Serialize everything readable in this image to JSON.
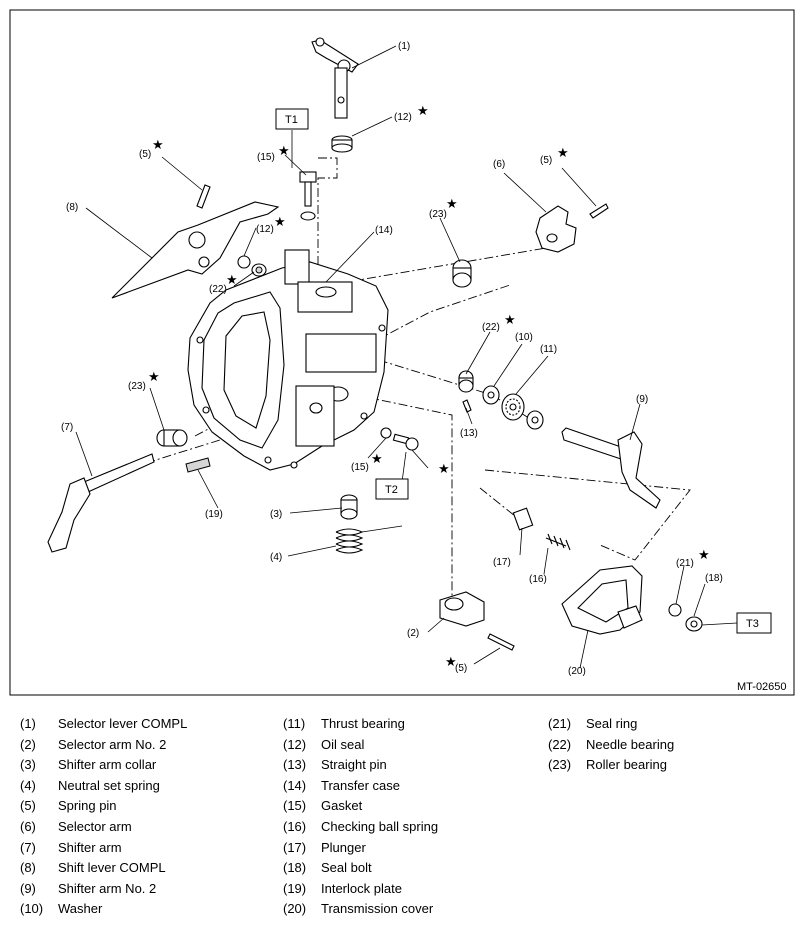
{
  "diagram": {
    "figure_code": "MT-02650",
    "callouts": [
      "(1)",
      "(2)",
      "(3)",
      "(4)",
      "(5)",
      "(6)",
      "(7)",
      "(8)",
      "(9)",
      "(10)",
      "(11)",
      "(12)",
      "(13)",
      "(14)",
      "(15)",
      "(16)",
      "(17)",
      "(18)",
      "(19)",
      "(20)",
      "(21)",
      "(22)",
      "(23)"
    ],
    "torque_tags": [
      "T1",
      "T2",
      "T3"
    ],
    "star_symbol": "★"
  },
  "legend": {
    "columns": [
      [
        {
          "num": "(1)",
          "name": "Selector lever COMPL"
        },
        {
          "num": "(2)",
          "name": "Selector arm No. 2"
        },
        {
          "num": "(3)",
          "name": "Shifter arm collar"
        },
        {
          "num": "(4)",
          "name": "Neutral set spring"
        },
        {
          "num": "(5)",
          "name": "Spring pin"
        },
        {
          "num": "(6)",
          "name": "Selector arm"
        },
        {
          "num": "(7)",
          "name": "Shifter arm"
        },
        {
          "num": "(8)",
          "name": "Shift lever COMPL"
        },
        {
          "num": "(9)",
          "name": "Shifter arm No. 2"
        },
        {
          "num": "(10)",
          "name": "Washer"
        }
      ],
      [
        {
          "num": "(11)",
          "name": "Thrust bearing"
        },
        {
          "num": "(12)",
          "name": "Oil seal"
        },
        {
          "num": "(13)",
          "name": "Straight pin"
        },
        {
          "num": "(14)",
          "name": "Transfer case"
        },
        {
          "num": "(15)",
          "name": "Gasket"
        },
        {
          "num": "(16)",
          "name": "Checking ball spring"
        },
        {
          "num": "(17)",
          "name": "Plunger"
        },
        {
          "num": "(18)",
          "name": "Seal bolt"
        },
        {
          "num": "(19)",
          "name": "Interlock plate"
        },
        {
          "num": "(20)",
          "name": "Transmission cover"
        }
      ],
      [
        {
          "num": "(21)",
          "name": "Seal ring"
        },
        {
          "num": "(22)",
          "name": "Needle bearing"
        },
        {
          "num": "(23)",
          "name": "Roller bearing"
        }
      ]
    ]
  }
}
